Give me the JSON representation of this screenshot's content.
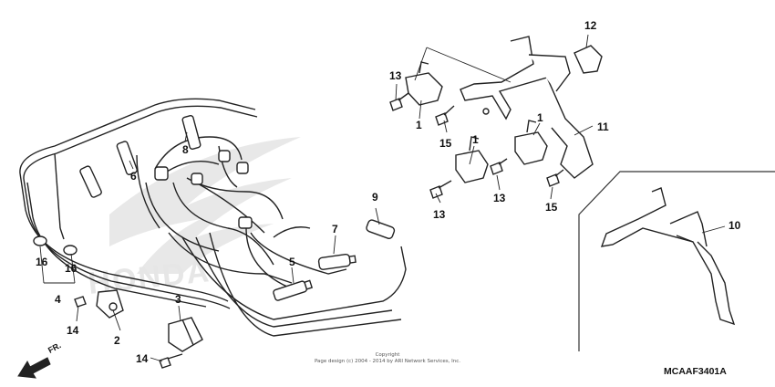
{
  "callouts": {
    "c1a": "1",
    "c1b": "1",
    "c1c": "1",
    "c2": "2",
    "c3": "3",
    "c4": "4",
    "c5": "5",
    "c6": "6",
    "c7": "7",
    "c8": "8",
    "c9": "9",
    "c10": "10",
    "c11": "11",
    "c12": "12",
    "c13a": "13",
    "c13b": "13",
    "c13c": "13",
    "c14a": "14",
    "c14b": "14",
    "c15a": "15",
    "c15b": "15",
    "c16a": "16",
    "c16b": "16"
  },
  "direction_label": "FR.",
  "watermark": "HONDA",
  "copyright_line1": "Copyright",
  "copyright_line2": "Page design (c) 2004 - 2014 by ARI Network Services, Inc.",
  "reference_code": "MCAAF3401A",
  "colors": {
    "ink": "#111111",
    "watermark": "#e6e6e6",
    "frame": "#333333"
  }
}
